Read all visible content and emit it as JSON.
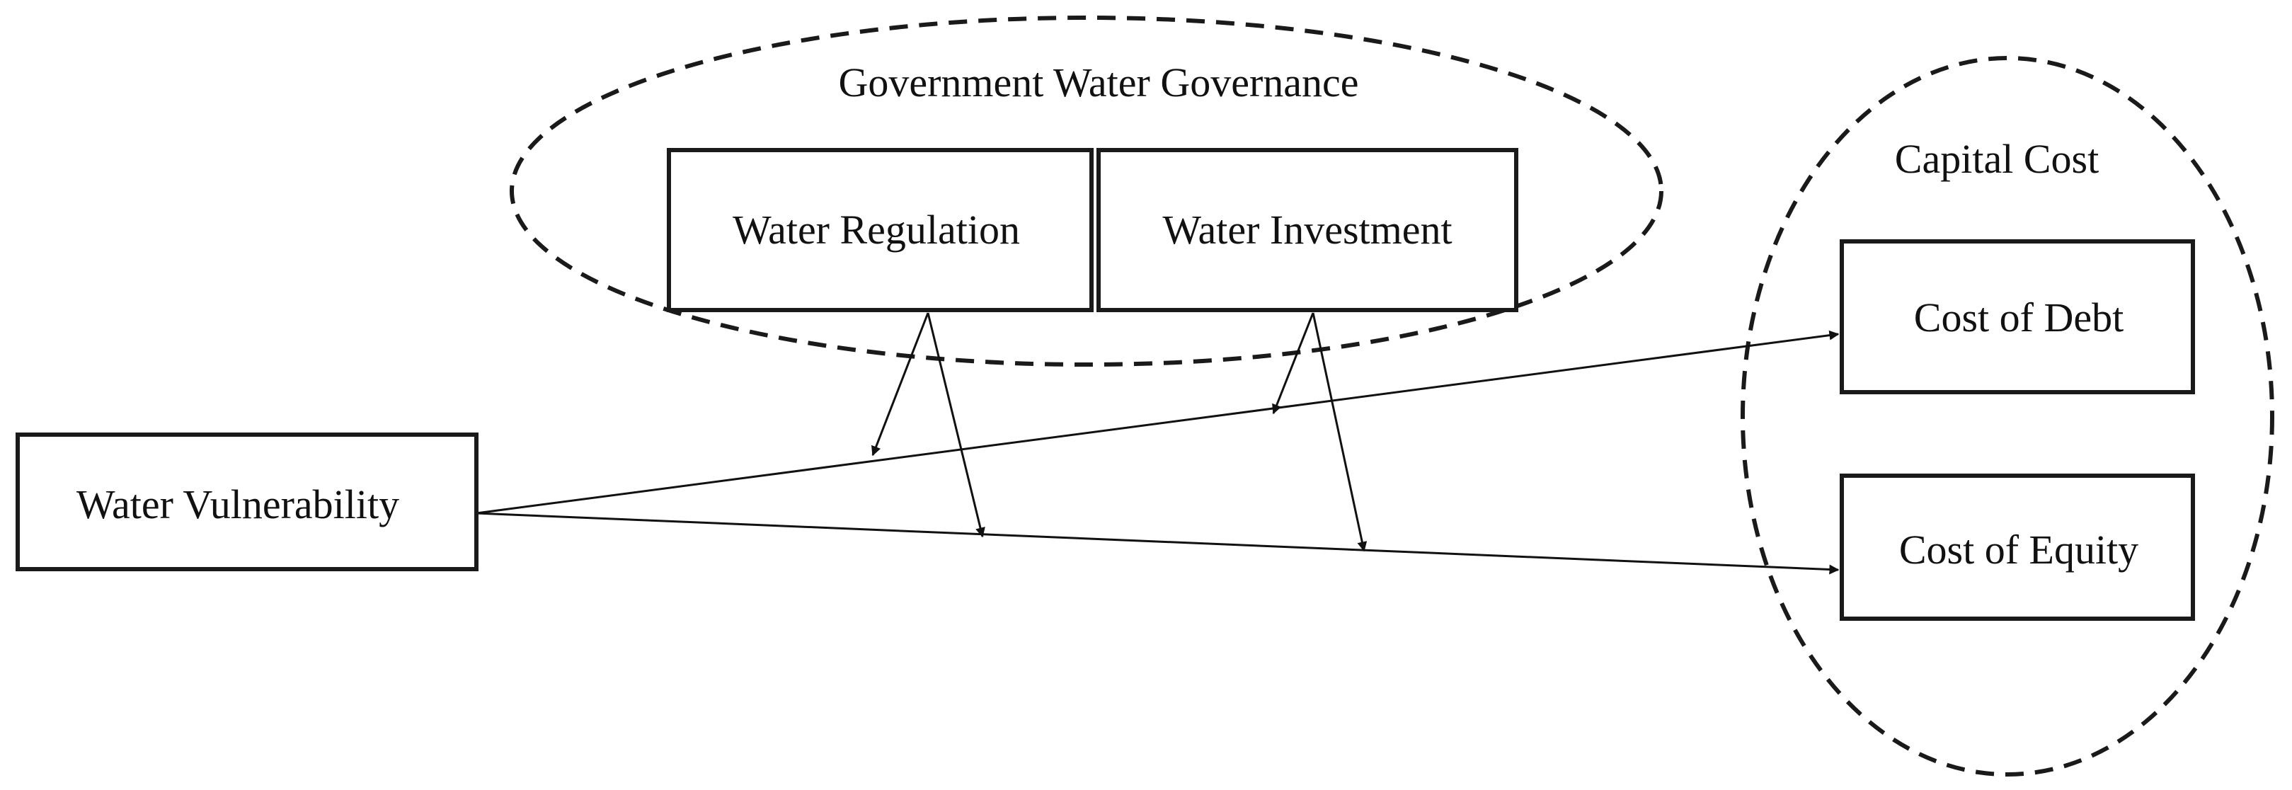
{
  "groups": {
    "governance": {
      "label": "Government Water Governance"
    },
    "capital": {
      "label": "Capital Cost"
    }
  },
  "nodes": {
    "vulnerability": "Water Vulnerability",
    "regulation": "Water Regulation",
    "investment": "Water Investment",
    "debt": "Cost of Debt",
    "equity": "Cost of Equity"
  },
  "colors": {
    "line": "#111111",
    "background": "#ffffff"
  }
}
